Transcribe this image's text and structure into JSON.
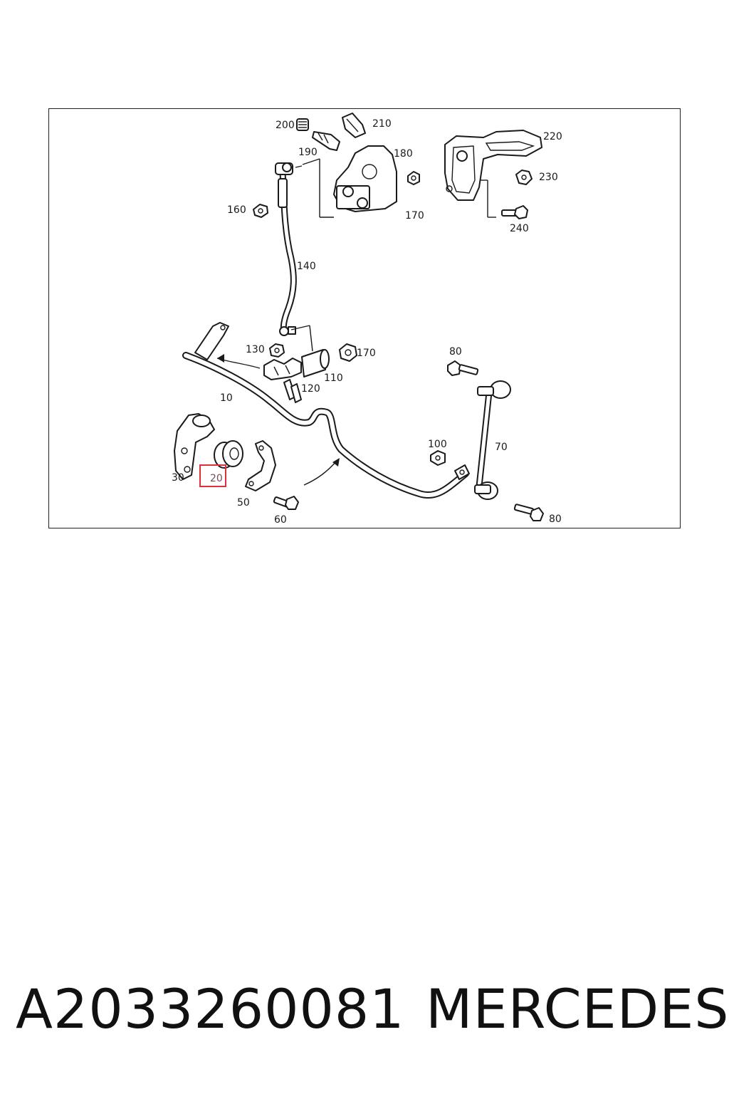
{
  "diagram": {
    "callouts": {
      "c10": "10",
      "c20": "20",
      "c30": "30",
      "c50": "50",
      "c60": "60",
      "c70": "70",
      "c80a": "80",
      "c80b": "80",
      "c100": "100",
      "c110": "110",
      "c120": "120",
      "c130": "130",
      "c140": "140",
      "c160": "160",
      "c170a": "170",
      "c170b": "170",
      "c180": "180",
      "c190": "190",
      "c200": "200",
      "c210": "210",
      "c220": "220",
      "c230": "230",
      "c240": "240"
    },
    "highlighted_callout": "20",
    "highlight_color": "#e0303a"
  },
  "footer": {
    "part_number": "A2033260081",
    "brand": "MERCEDES"
  }
}
